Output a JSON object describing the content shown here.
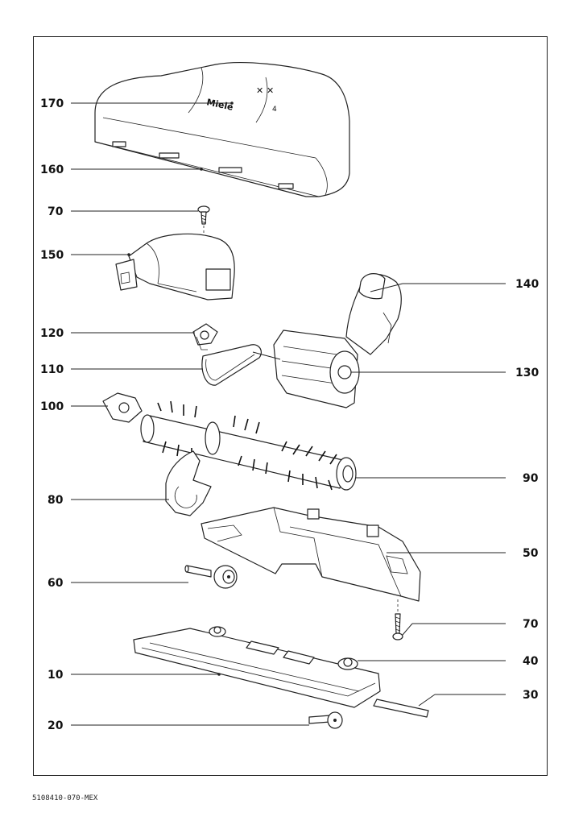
{
  "diagram": {
    "callouts": {
      "left": [
        "170",
        "160",
        "70",
        "150",
        "120",
        "110",
        "100",
        "80",
        "60",
        "10",
        "20"
      ],
      "right": [
        "140",
        "130",
        "90",
        "50",
        "70",
        "40",
        "30"
      ]
    },
    "brand_mark": "Miele",
    "footer_code": "5108410-070-MEX"
  }
}
